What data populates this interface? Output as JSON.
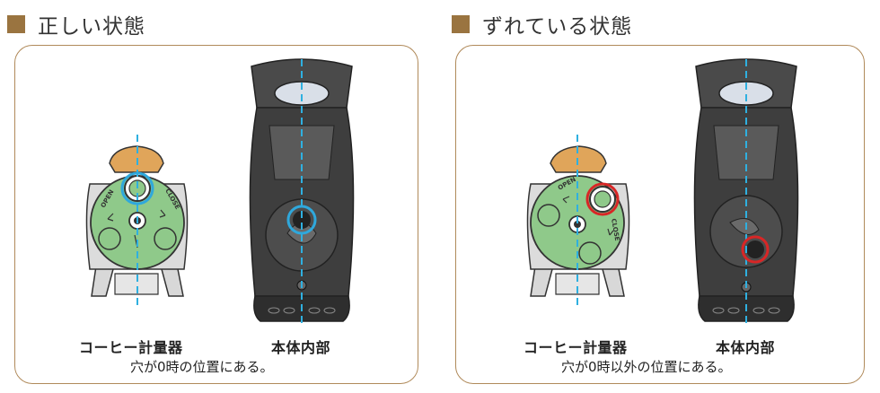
{
  "colors": {
    "accent_square": "#9a7440",
    "frame_border": "#b08a5a",
    "guide_line": "#2fb0e0",
    "highlight_correct": "#2fa8dc",
    "highlight_wrong": "#d82626",
    "measure_green": "#8fc98a"
  },
  "panels": [
    {
      "heading": "正しい状態",
      "left_caption": "コーヒー計量器",
      "right_caption": "本体内部",
      "note": "穴が0時の位置にある。",
      "dial_open": "OPEN",
      "dial_close": "CLOSE",
      "highlight": "correct"
    },
    {
      "heading": "ずれている状態",
      "left_caption": "コーヒー計量器",
      "right_caption": "本体内部",
      "note": "穴が0時以外の位置にある。",
      "dial_open": "OPEN",
      "dial_close": "CLOSE",
      "highlight": "wrong"
    }
  ]
}
